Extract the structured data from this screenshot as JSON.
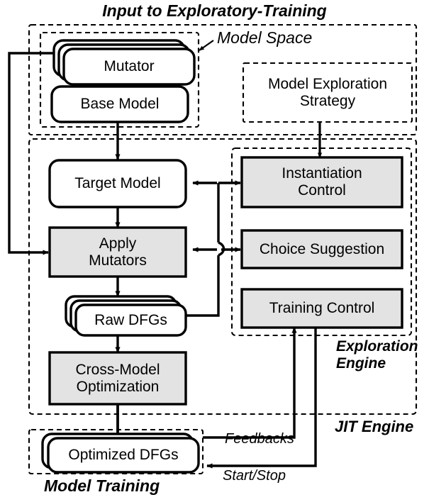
{
  "diagram": {
    "title": "Input to Exploratory-Training",
    "type": "architecture-block-diagram",
    "colors": {
      "stroke": "#000000",
      "gray_fill": "#e3e3e3",
      "white_fill": "#ffffff",
      "background": "#ffffff"
    },
    "groups": [
      {
        "id": "model-space",
        "label": "Model Space",
        "style": "dashed",
        "label_style": "italic"
      },
      {
        "id": "input-group",
        "label": "",
        "style": "dashed"
      },
      {
        "id": "jit-engine",
        "label": "JIT Engine",
        "style": "dashed",
        "label_style": "bold-italic"
      },
      {
        "id": "exploration-engine",
        "label": "Exploration\nEngine",
        "style": "dashed",
        "label_style": "bold-italic"
      },
      {
        "id": "model-training",
        "label": "Model Training",
        "style": "dashed",
        "label_style": "bold-italic"
      }
    ],
    "nodes": [
      {
        "id": "mutator",
        "label": "Mutator",
        "shape": "rounded-stack-3",
        "fill": "white"
      },
      {
        "id": "base-model",
        "label": "Base Model",
        "shape": "rounded",
        "fill": "white"
      },
      {
        "id": "model-exploration-strategy",
        "label": "Model Exploration\nStrategy",
        "shape": "dashed-rect",
        "fill": "white"
      },
      {
        "id": "target-model",
        "label": "Target Model",
        "shape": "rounded",
        "fill": "white"
      },
      {
        "id": "apply-mutators",
        "label": "Apply\nMutators",
        "shape": "rect",
        "fill": "gray"
      },
      {
        "id": "raw-dfgs",
        "label": "Raw DFGs",
        "shape": "rounded-stack-3",
        "fill": "white"
      },
      {
        "id": "cross-model-optimization",
        "label": "Cross-Model\nOptimization",
        "shape": "rect",
        "fill": "gray"
      },
      {
        "id": "optimized-dfgs",
        "label": "Optimized DFGs",
        "shape": "rounded-stack-2",
        "fill": "white"
      },
      {
        "id": "instantiation-control",
        "label": "Instantiation\nControl",
        "shape": "rect",
        "fill": "gray"
      },
      {
        "id": "choice-suggestion",
        "label": "Choice Suggestion",
        "shape": "rect",
        "fill": "gray"
      },
      {
        "id": "training-control",
        "label": "Training Control",
        "shape": "rect",
        "fill": "gray"
      }
    ],
    "edges": [
      {
        "from": "base-model",
        "to": "target-model",
        "label": "",
        "arrow": "single"
      },
      {
        "from": "target-model",
        "to": "apply-mutators",
        "label": "",
        "arrow": "single"
      },
      {
        "from": "apply-mutators",
        "to": "raw-dfgs",
        "label": "",
        "arrow": "single"
      },
      {
        "from": "raw-dfgs",
        "to": "cross-model-optimization",
        "label": "",
        "arrow": "single"
      },
      {
        "from": "cross-model-optimization",
        "to": "optimized-dfgs",
        "label": "",
        "arrow": "single"
      },
      {
        "from": "mutator",
        "to": "apply-mutators",
        "label": "",
        "arrow": "single"
      },
      {
        "from": "model-exploration-strategy",
        "to": "instantiation-control",
        "label": "",
        "arrow": "double"
      },
      {
        "from": "target-model",
        "to": "instantiation-control",
        "label": "",
        "arrow": "double"
      },
      {
        "from": "apply-mutators",
        "to": "choice-suggestion",
        "label": "",
        "arrow": "double"
      },
      {
        "from": "raw-dfgs",
        "to": "instantiation-control",
        "label": "",
        "arrow": "none"
      },
      {
        "from": "optimized-dfgs",
        "to": "training-control",
        "label": "Feedbacks",
        "arrow": "single"
      },
      {
        "from": "training-control",
        "to": "optimized-dfgs",
        "label": "Start/Stop",
        "arrow": "single"
      }
    ],
    "edge_labels": {
      "feedbacks": "Feedbacks",
      "start_stop": "Start/Stop"
    }
  }
}
